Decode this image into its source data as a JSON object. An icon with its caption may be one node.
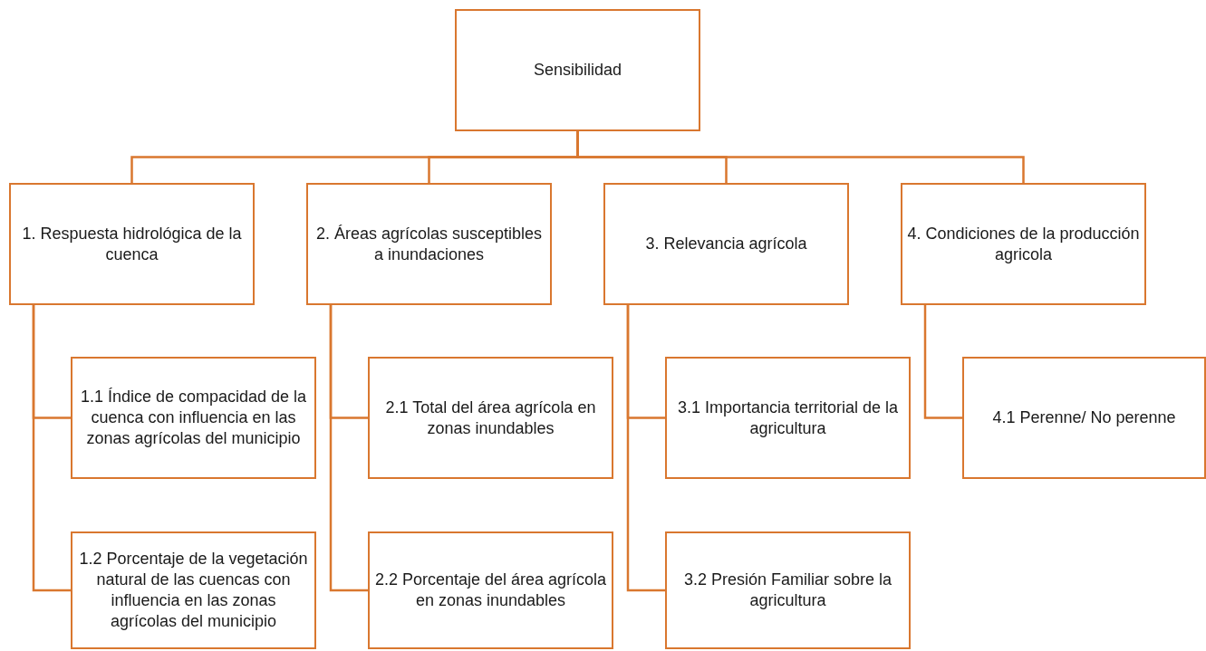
{
  "diagram": {
    "nodes": [
      {
        "text": [
          "Sensibilidad"
        ]
      },
      {
        "text": [
          "1. Respuesta hidrológica de la cuenca"
        ]
      },
      {
        "text": [
          "2. Áreas agrícolas susceptibles a inundaciones"
        ]
      },
      {
        "text": [
          "3. Relevancia agrícola"
        ]
      },
      {
        "text": [
          "4. Condiciones de la producción agricola"
        ]
      },
      {
        "text": [
          "1.1 Índice de compacidad de la cuenca con influencia en las zonas agrícolas del municipio"
        ]
      },
      {
        "text": [
          "2.1 Total del área agrícola en zonas inundables"
        ]
      },
      {
        "text": [
          "3.1 Importancia territorial de la agricultura"
        ]
      },
      {
        "text": [
          "4.1 Perenne/ No perenne"
        ]
      },
      {
        "text": [
          "1.2 Porcentaje de la vegetación natural de las cuencas con influencia en las zonas agrícolas del municipio"
        ]
      },
      {
        "text": [
          "2.2 Porcentaje del área agrícola en zonas inundables"
        ]
      },
      {
        "text": [
          "3.2 Presión Familiar sobre la agricultura"
        ]
      }
    ],
    "edges": [
      {
        "from": 0,
        "to": 1,
        "arrow": "none"
      },
      {
        "from": 0,
        "to": 2,
        "arrow": "none"
      },
      {
        "from": 0,
        "to": 3,
        "arrow": "none"
      },
      {
        "from": 0,
        "to": 4,
        "arrow": "none"
      },
      {
        "from": 1,
        "to": 5,
        "arrow": "none"
      },
      {
        "from": 2,
        "to": 6,
        "arrow": "none"
      },
      {
        "from": 3,
        "to": 7,
        "arrow": "none"
      },
      {
        "from": 4,
        "to": 8,
        "arrow": "none"
      },
      {
        "from": 1,
        "to": 9,
        "arrow": "none"
      },
      {
        "from": 2,
        "to": 10,
        "arrow": "none"
      },
      {
        "from": 3,
        "to": 11,
        "arrow": "none"
      }
    ]
  }
}
